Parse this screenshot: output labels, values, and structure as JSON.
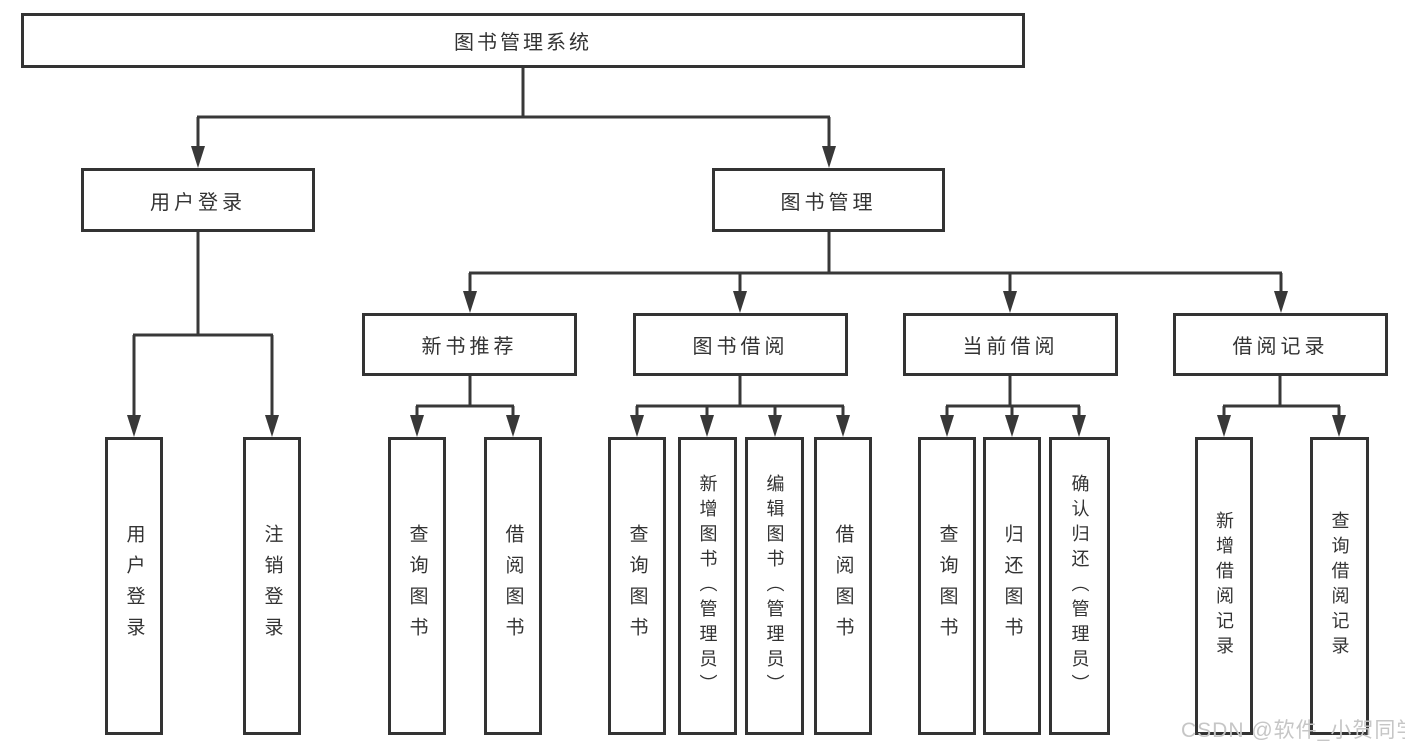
{
  "tree": {
    "root": {
      "label": "图书管理系统",
      "children": [
        {
          "label": "用户登录",
          "children": [
            {
              "label": "用户登录"
            },
            {
              "label": "注销登录"
            }
          ]
        },
        {
          "label": "图书管理",
          "children": [
            {
              "label": "新书推荐",
              "children": [
                {
                  "label": "查询图书"
                },
                {
                  "label": "借阅图书"
                }
              ]
            },
            {
              "label": "图书借阅",
              "children": [
                {
                  "label": "查询图书"
                },
                {
                  "label": "新增图书（管理员）"
                },
                {
                  "label": "编辑图书（管理员）"
                },
                {
                  "label": "借阅图书"
                }
              ]
            },
            {
              "label": "当前借阅",
              "children": [
                {
                  "label": "查询图书"
                },
                {
                  "label": "归还图书"
                },
                {
                  "label": "确认归还（管理员）"
                }
              ]
            },
            {
              "label": "借阅记录",
              "children": [
                {
                  "label": "新增借阅记录"
                },
                {
                  "label": "查询借阅记录"
                }
              ]
            }
          ]
        }
      ]
    }
  },
  "watermark": {
    "text": "CSDN @软件_小贺同学"
  },
  "colors": {
    "line": "#383838",
    "box_border": "#333333",
    "text": "#333333",
    "watermark": "#c6c6c6",
    "background": "#ffffff"
  }
}
